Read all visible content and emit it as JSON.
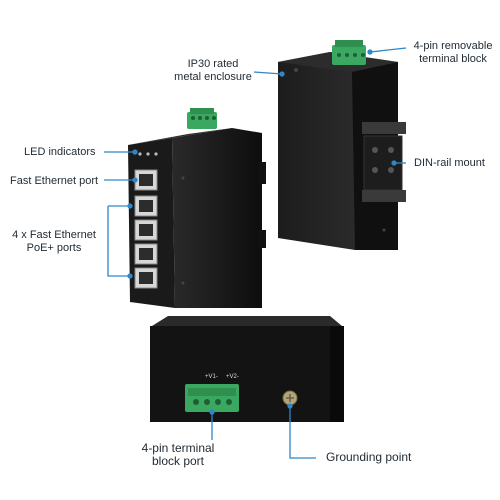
{
  "callouts": {
    "ip30": [
      "IP30 rated",
      "metal enclosure"
    ],
    "terminal_block": [
      "4-pin removable",
      "terminal block"
    ],
    "led": "LED indicators",
    "fast_ethernet": "Fast Ethernet port",
    "poe_ports": [
      "4 x Fast Ethernet",
      "PoE+ ports"
    ],
    "din_rail": "DIN-rail mount",
    "terminal_port": [
      "4-pin terminal",
      "block port"
    ],
    "grounding": "Grounding point"
  },
  "device_markings": {
    "v1": "+V1-",
    "v2": "+V2-"
  },
  "colors": {
    "callout_line": "#2f86c8",
    "device_body": "#151515",
    "terminal_green": "#3aa860"
  }
}
